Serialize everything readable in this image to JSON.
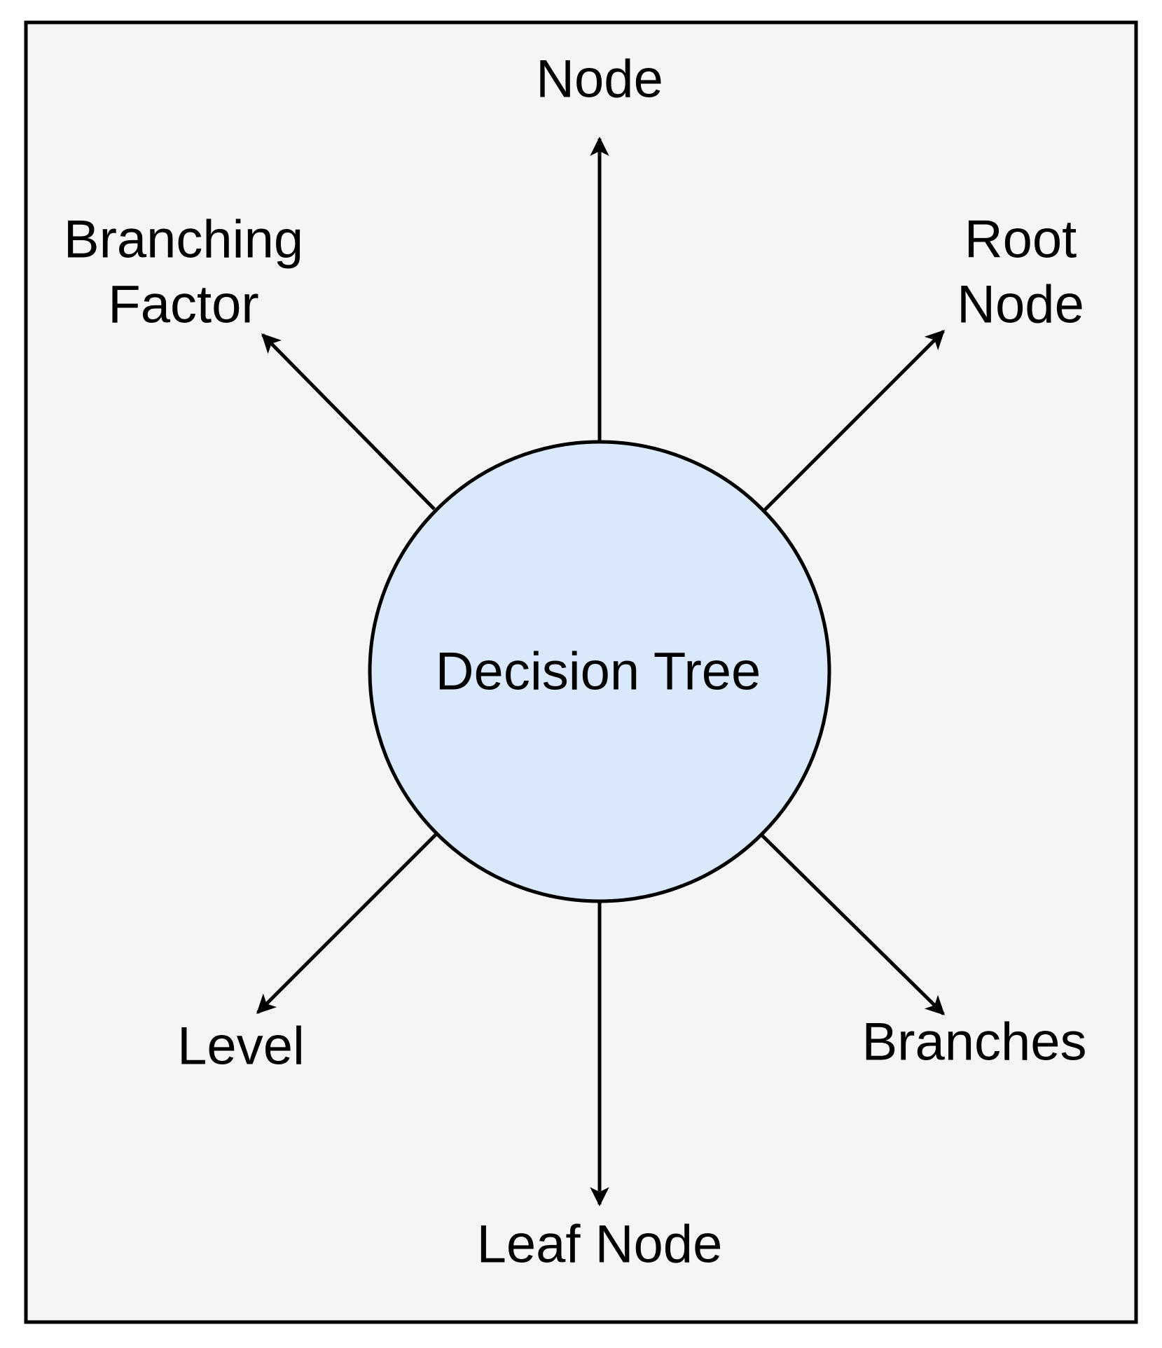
{
  "diagram": {
    "center": {
      "label": "Decision Tree"
    },
    "concepts": [
      {
        "id": "node",
        "lines": [
          "Node"
        ]
      },
      {
        "id": "root-node",
        "lines": [
          "Root",
          "Node"
        ]
      },
      {
        "id": "branches",
        "lines": [
          "Branches"
        ]
      },
      {
        "id": "leaf-node",
        "lines": [
          "Leaf Node"
        ]
      },
      {
        "id": "level",
        "lines": [
          "Level"
        ]
      },
      {
        "id": "branching-factor",
        "lines": [
          "Branching",
          "Factor"
        ]
      }
    ]
  },
  "colors": {
    "background": "#f5f5f5",
    "frame_stroke": "#000000",
    "circle_fill": "#dae8fc",
    "circle_stroke": "#000000",
    "arrow": "#000000",
    "text": "#000000"
  }
}
